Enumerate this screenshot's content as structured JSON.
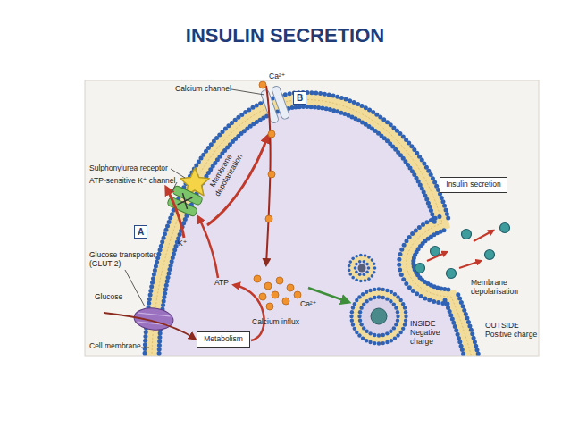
{
  "diagram": {
    "title": "INSULIN SECRETION",
    "nodes": [
      {
        "text": [
          "B"
        ]
      },
      {
        "text": [
          "Insulin secretion"
        ]
      },
      {
        "text": [
          "A"
        ]
      },
      {
        "text": [
          "Metabolism"
        ]
      }
    ],
    "labels": [
      "Calcium channel",
      "Ca²⁺",
      "Sulphonylurea receptor",
      "ATP-sensitive K⁺ channel",
      "Membrane depolarization",
      "Glucose transporter (GLUT-2)",
      "K⁺",
      "Glucose",
      "ATP",
      "Cell membrane",
      "Ca²⁺",
      "Calcium influx",
      "Membrane depolarisation",
      "INSIDE Negative charge",
      "OUTSIDE Positive charge"
    ]
  }
}
